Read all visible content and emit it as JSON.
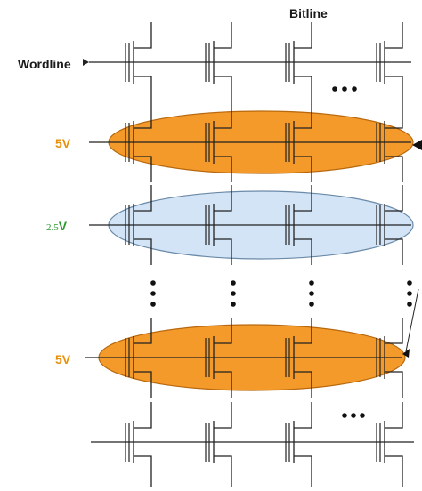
{
  "labels": {
    "bitline": "Bitline",
    "wordline": "Wordline",
    "voltage_top": "5V",
    "voltage_mid_number": "2.5",
    "voltage_mid_unit": "V",
    "voltage_bottom": "5V"
  },
  "colors": {
    "orange_fill": "#f39a2a",
    "orange_stroke": "#b8680e",
    "blue_fill": "#d2e4f6",
    "blue_stroke": "#6b8aa8",
    "orange_text": "#e8900a",
    "green_text": "#2e9a2e"
  }
}
